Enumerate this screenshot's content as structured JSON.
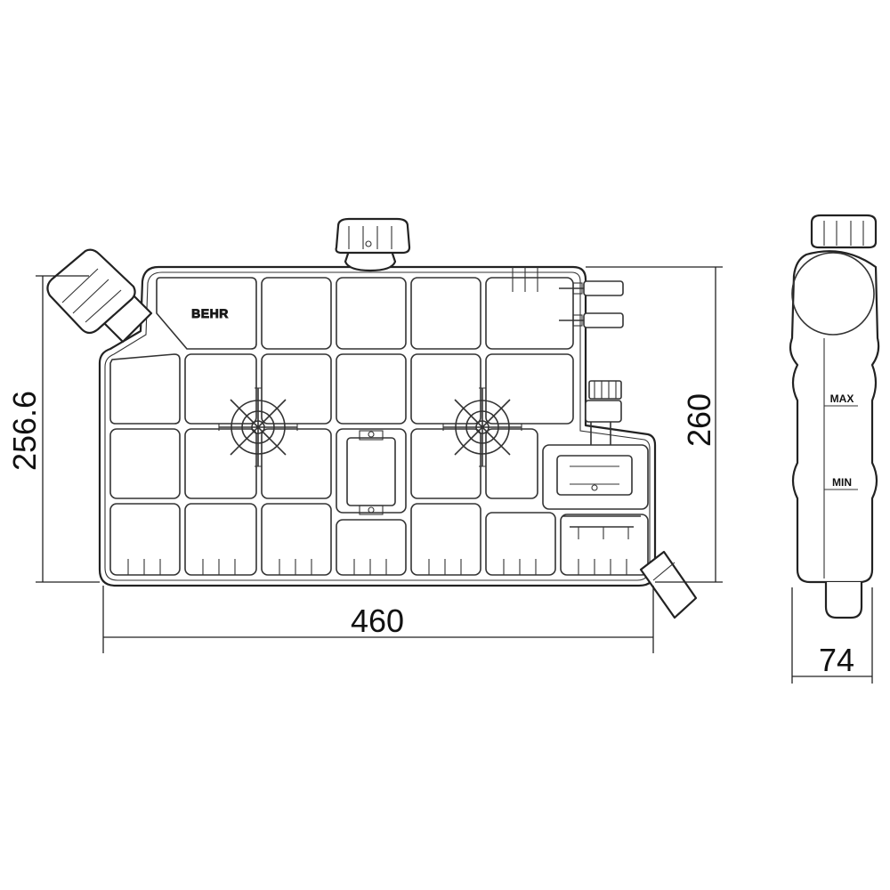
{
  "dimensions": {
    "height_left": "256.6",
    "height_right": "260",
    "width": "460",
    "depth": "74"
  },
  "brand": "BEHR",
  "level_marks": {
    "max": "MAX",
    "min": "MIN"
  }
}
